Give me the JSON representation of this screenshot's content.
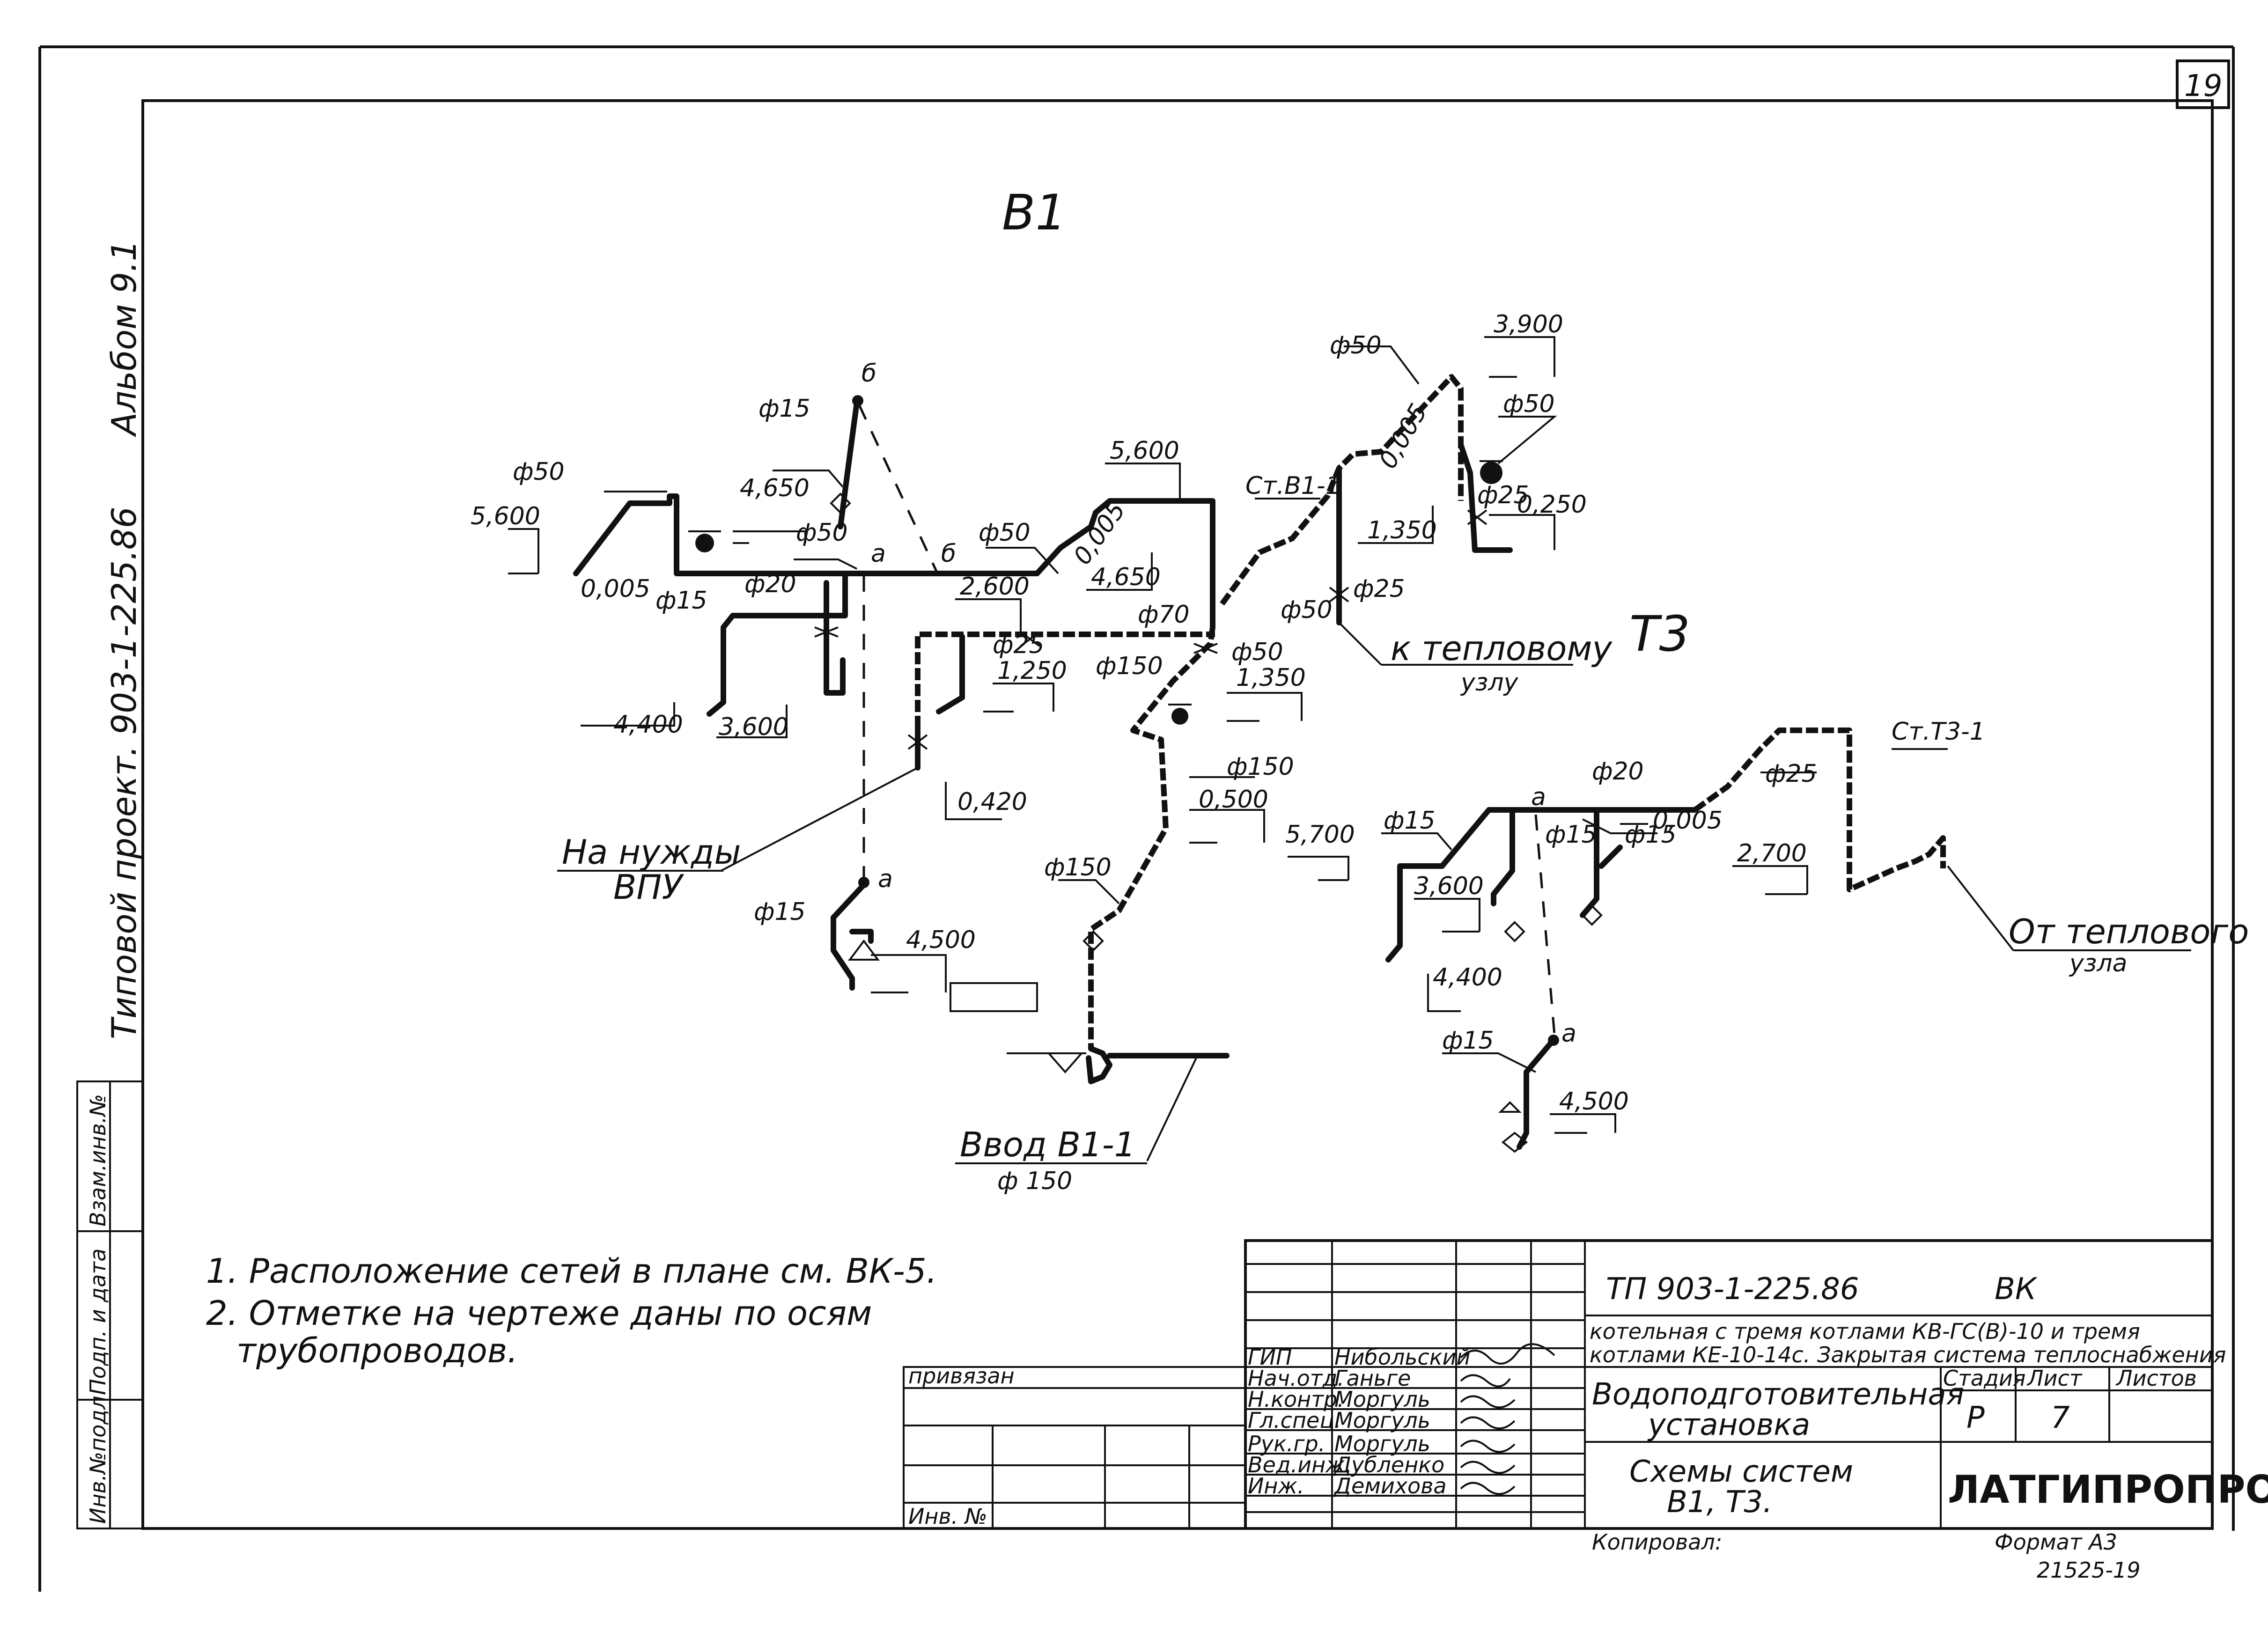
{
  "sheet": {
    "page_number": "19",
    "sidebar_album": "Альбом 9.1",
    "sidebar_project": "Типовой проект. 903-1-225.86",
    "sidebar_stamps": [
      "Инв.№подл.",
      "Подп. и дата",
      "Взам.инв.№"
    ]
  },
  "scheme_b1": {
    "title": "В1",
    "labels": {
      "d50_left": "ф50",
      "elev_5600_left": "5,600",
      "slope_0005_left": "0,005",
      "d15_riser": "ф15",
      "node_b_top": "б",
      "elev_4650_left": "4,650",
      "d50_mid": "ф50",
      "node_a": "а",
      "node_b_mid": "б",
      "d50_right": "ф50",
      "d15_branch": "ф15",
      "d20_branch": "ф20",
      "elev_4400": "4,400",
      "elev_3600": "3,600",
      "elev_2600": "2,600",
      "d25_branch": "ф25",
      "elev_1250": "1,250",
      "d150_main": "ф150",
      "elev_0420": "0,420",
      "vpu_label": "На нужды",
      "vpu_label_2": "ВПУ",
      "node_a_lower": "а",
      "d15_lower": "ф15",
      "elev_4500_lower": "4,500",
      "elev_5600_right": "5,600",
      "slope_0005_right": "0,005",
      "elev_4650_right": "4,650",
      "d70": "ф70",
      "stand_b1": "Ст.В1-1",
      "d50_stand": "ф50",
      "elev_1350": "1,350",
      "d50_top": "ф50",
      "elev_3900": "3,900",
      "slope_0005_top": "0,005",
      "d50_down": "ф50",
      "elev_1350_right": "1,350",
      "d25_down": "ф25",
      "elev_0250": "0,250",
      "d25_valve": "ф25",
      "d50_valve": "ф50",
      "heat_node": "к тепловому",
      "heat_node_2": "узлу",
      "d150_riser": "ф150",
      "elev_0500": "0,500",
      "d150_lower": "ф150",
      "inlet": "Ввод В1-1",
      "inlet_d": "ф 150"
    }
  },
  "scheme_t3": {
    "title": "Т3",
    "labels": {
      "stand_t3": "Ст.Т3-1",
      "d20": "ф20",
      "node_a": "а",
      "d25": "ф25",
      "slope": "0,005",
      "elev_5700": "5,700",
      "d15_left": "ф15",
      "d15_mid": "ф15",
      "d15_right": "ф15",
      "elev_3600": "3,600",
      "elev_2700": "2,700",
      "elev_4400": "4,400",
      "from_heat": "От теплового",
      "from_heat_2": "узла",
      "node_a_lower": "а",
      "d15_lower": "ф15",
      "elev_4500": "4,500"
    }
  },
  "notes": [
    "1. Расположение сетей в плане см. ВК-5.",
    "2. Отметке на чертеже даны по осям",
    "трубопроводов."
  ],
  "title_block": {
    "project_code": "ТП 903-1-225.86",
    "mark": "ВК",
    "description_1": "котельная с тремя котлами КВ-ГС(В)-10 и тремя",
    "description_2": "котлами КЕ-10-14с. Закрытая система теплоснабжения",
    "object": "Водоподготовительная",
    "object_2": "установка",
    "sheet_name": "Схемы систем",
    "sheet_name_2": "В1, Т3.",
    "col_stage": "Стадия",
    "col_sheet": "Лист",
    "col_sheets": "Листов",
    "stage": "Р",
    "sheet_no": "7",
    "organization": "ЛАТГИПРОПРОМ",
    "bound_label": "привязан",
    "inv_label": "Инв. №",
    "roles": [
      "ГИП",
      "Нач.отд.",
      "Н.контр.",
      "Гл.спец.",
      "Рук.гр.",
      "Вед.инж.",
      "Инж."
    ],
    "names": [
      "Нибольский",
      "Ганьге",
      "Моргуль",
      "Моргуль",
      "Моргуль",
      "Дубленко",
      "Демихова"
    ],
    "copied": "Копировал:",
    "format": "Формат А3",
    "archive": "21525-19"
  }
}
